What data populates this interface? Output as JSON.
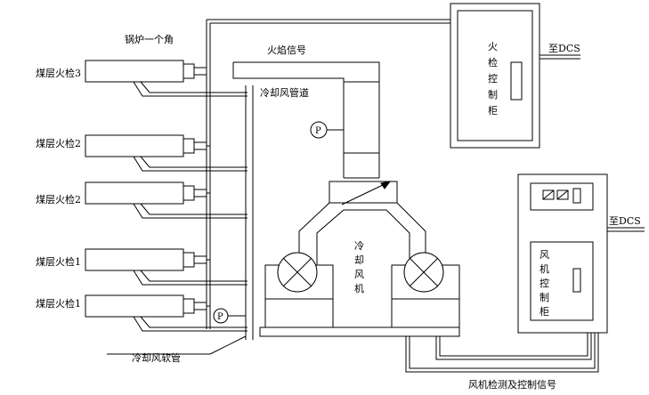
{
  "labels": {
    "boiler_corner": "锅炉一个角",
    "flame_signal": "火焰信号",
    "cooling_duct": "冷却风管道",
    "cooling_hose": "冷却风软管",
    "to_dcs_1": "至DCS",
    "to_dcs_2": "至DCS",
    "fan_signal": "风机检测及控制信号",
    "pressure": "P"
  },
  "detectors": [
    {
      "label": "煤层火检3"
    },
    {
      "label": "煤层火检2"
    },
    {
      "label": "煤层火检2"
    },
    {
      "label": "煤层火检1"
    },
    {
      "label": "煤层火检1"
    }
  ],
  "cabinets": {
    "flame_cabinet": [
      "火",
      "检",
      "控",
      "制",
      "柜"
    ],
    "fan_cabinet": [
      "风",
      "机",
      "控",
      "制",
      "柜"
    ]
  },
  "fan_label": [
    "冷",
    "却",
    "风",
    "机"
  ]
}
